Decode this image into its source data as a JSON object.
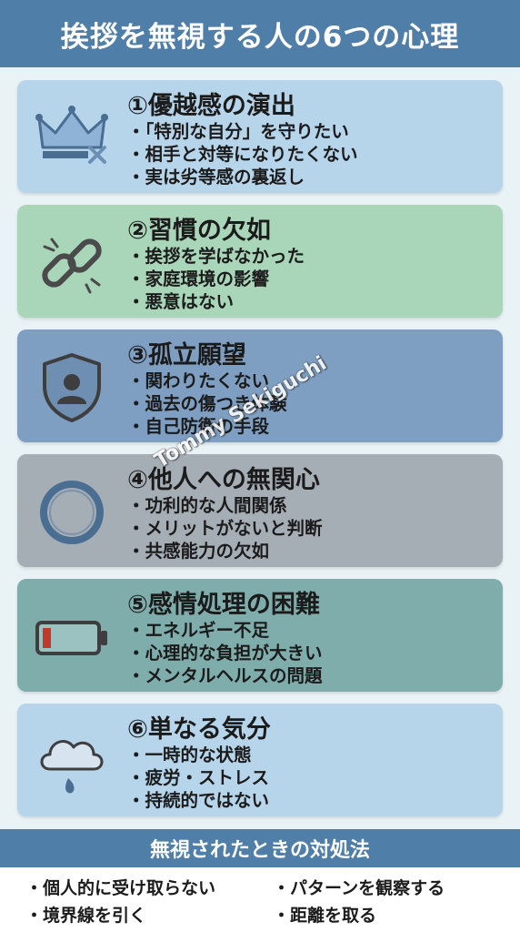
{
  "title": "挨拶を無視する人の6つの心理",
  "colors": {
    "header": "#4f7ea8",
    "card1": "#b6d4ea",
    "card2": "#a9d5b9",
    "card3": "#7e9fc2",
    "card4": "#a5adb5",
    "card5": "#7fadab",
    "card6": "#b6d4ea"
  },
  "cards": [
    {
      "title": "①優越感の演出",
      "icon": "crown-cross-icon",
      "items": [
        "「特別な自分」を守りたい",
        "相手と対等になりたくない",
        "実は劣等感の裏返し"
      ]
    },
    {
      "title": "②習慣の欠如",
      "icon": "broken-chain-icon",
      "items": [
        "挨拶を学ばなかった",
        "家庭環境の影響",
        "悪意はない"
      ]
    },
    {
      "title": "③孤立願望",
      "icon": "shield-person-icon",
      "items": [
        "関わりたくない",
        "過去の傷つき体験",
        "自己防衛の手段"
      ]
    },
    {
      "title": "④他人への無関心",
      "icon": "ring-icon",
      "items": [
        "功利的な人間関係",
        "メリットがないと判断",
        "共感能力の欠如"
      ]
    },
    {
      "title": "⑤感情処理の困難",
      "icon": "low-battery-icon",
      "items": [
        "エネルギー不足",
        "心理的な負担が大きい",
        "メンタルヘルスの問題"
      ]
    },
    {
      "title": "⑥単なる気分",
      "icon": "rain-cloud-icon",
      "items": [
        "一時的な状態",
        "疲労・ストレス",
        "持続的ではない"
      ]
    }
  ],
  "footer": {
    "title": "無視されたときの対処法",
    "items": [
      "個人的に受け取らない",
      "パターンを観察する",
      "境界線を引く",
      "距離を取る"
    ]
  },
  "watermark": "Tommy Sekiguchi"
}
